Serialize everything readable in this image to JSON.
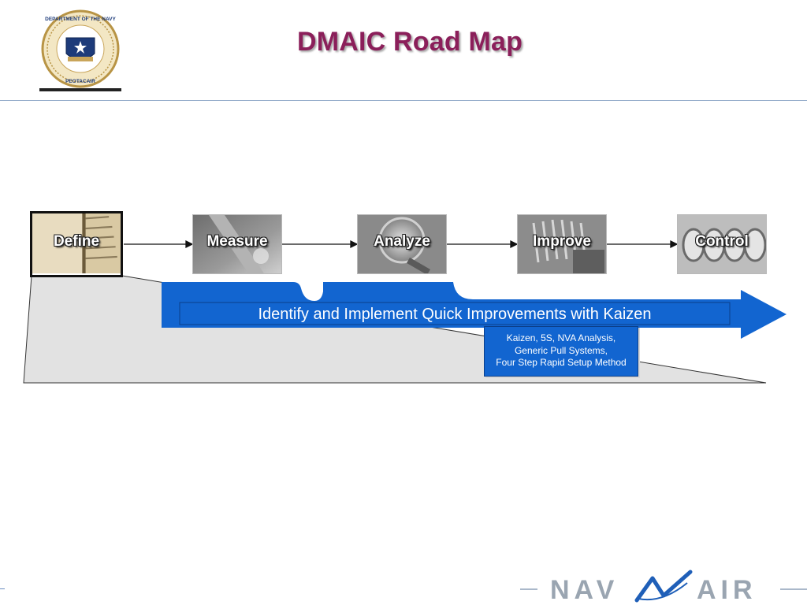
{
  "header": {
    "title": "DMAIC Road Map",
    "seal_text": [
      "DEPARTMENT OF THE NAVY",
      "PEOTACAIR"
    ]
  },
  "stages": [
    {
      "label": "Define",
      "active": true
    },
    {
      "label": "Measure",
      "active": false
    },
    {
      "label": "Analyze",
      "active": false
    },
    {
      "label": "Improve",
      "active": false
    },
    {
      "label": "Control",
      "active": false
    }
  ],
  "banner": {
    "text": "Identify and Implement Quick Improvements with Kaizen"
  },
  "tools": {
    "lines": [
      "Kaizen, 5S, NVA Analysis,",
      "Generic Pull Systems,",
      "Four Step Rapid Setup Method"
    ]
  },
  "footer": {
    "logo_text": [
      "NAV",
      "AIR"
    ]
  },
  "colors": {
    "title": "#8b1f5a",
    "banner_blue": "#1265d0",
    "wedge_fill": "#e2e2e2",
    "rule": "#8fa8c8",
    "logo_gray": "#9aa5b1"
  }
}
